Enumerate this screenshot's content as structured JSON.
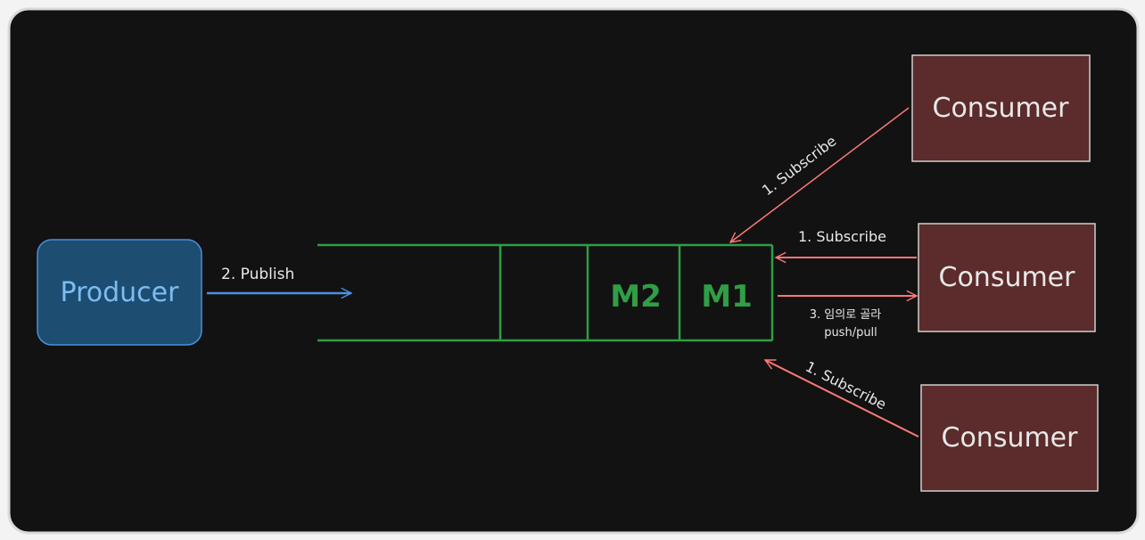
{
  "colors": {
    "background": "#121212",
    "frame": "#d9d9d9",
    "producer_fill": "#1d4d71",
    "producer_stroke": "#4a90d9",
    "producer_text": "#7bbdf2",
    "publish_arrow": "#4a90e2",
    "queue_stroke": "#2f9e44",
    "message_text": "#2f9e44",
    "consumer_fill": "#5c2b2b",
    "consumer_stroke": "#cfcfcf",
    "consumer_text": "#e8e8e8",
    "subscribe_arrow": "#ff7878",
    "label_text": "#e8e8e8"
  },
  "producer": {
    "label": "Producer"
  },
  "publish": {
    "label": "2. Publish"
  },
  "queue": {
    "messages": [
      "M2",
      "M1"
    ]
  },
  "consumers": [
    {
      "label": "Consumer"
    },
    {
      "label": "Consumer"
    },
    {
      "label": "Consumer"
    }
  ],
  "subscriptions": [
    {
      "label": "1. Subscribe"
    },
    {
      "label": "1. Subscribe"
    },
    {
      "label": "1. Subscribe"
    }
  ],
  "delivery": {
    "line1": "3. 임의로 골라",
    "line2": "push/pull"
  }
}
